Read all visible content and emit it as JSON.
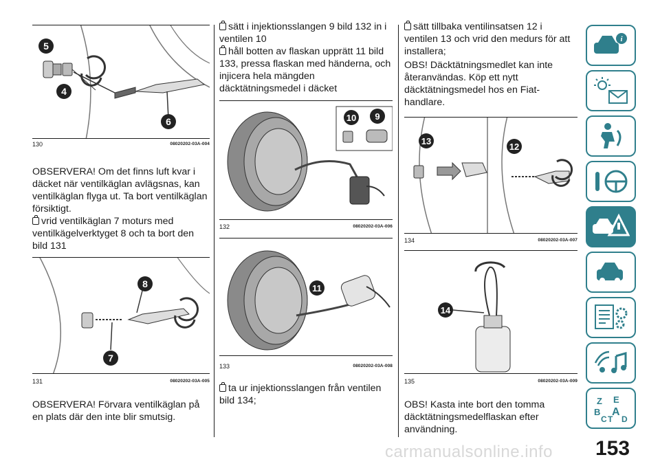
{
  "figures": [
    {
      "num": "130",
      "code": "08020202-03A-004",
      "labels": [
        "5",
        "4",
        "6"
      ]
    },
    {
      "num": "131",
      "code": "08020202-03A-005",
      "labels": [
        "8",
        "7"
      ]
    },
    {
      "num": "132",
      "code": "08020202-03A-006",
      "labels": [
        "10",
        "9"
      ]
    },
    {
      "num": "133",
      "code": "08020202-03A-008",
      "labels": [
        "11"
      ]
    },
    {
      "num": "134",
      "code": "08020202-03A-007",
      "labels": [
        "13",
        "12"
      ]
    },
    {
      "num": "135",
      "code": "08020202-03A-009",
      "labels": [
        "14"
      ]
    }
  ],
  "col1": {
    "note1": "OBSERVERA! Om det finns luft kvar i däcket när ventilkäglan avlägsnas, kan ventilkäglan flyga ut. Ta bort ventilkäglan försiktigt.",
    "step1": "vrid ventilkäglan 7 moturs med ventilkägelverktyget 8 och ta bort den bild 131",
    "note2": "OBSERVERA! Förvara ventilkäglan på en plats där den inte blir smutsig."
  },
  "col2": {
    "step1": "sätt i injektionsslangen 9 bild 132 in i ventilen 10",
    "step2": "håll botten av flaskan upprätt 11 bild 133, pressa flaskan med händerna, och injicera hela mängden däcktätningsmedel i däcket",
    "step3": "ta ur injektionsslangen från ventilen bild 134;"
  },
  "col3": {
    "step1": "sätt tillbaka ventilinsatsen 12 i ventilen 13 och vrid den medurs för att installera;",
    "note1": "OBS! Däcktätningsmedlet kan inte återanvändas. Köp ett nytt däcktätningsmedel hos en Fiat-handlare.",
    "note2": "OBS! Kasta inte bort den tomma däcktätningsmedelflaskan efter användning."
  },
  "sidebar": {
    "tabs": [
      "car-info-icon",
      "warning-lights-icon",
      "safety-icon",
      "driving-icon",
      "emergency-icon",
      "maintenance-icon",
      "technical-data-icon",
      "multimedia-icon",
      "index-icon"
    ],
    "active_index": 4,
    "accent": "#2f7f8c",
    "index_letters": [
      "Z",
      "E",
      "B",
      "A",
      "C",
      "T",
      "D"
    ]
  },
  "page_number": "153",
  "watermark": "carmanualsonline.info"
}
